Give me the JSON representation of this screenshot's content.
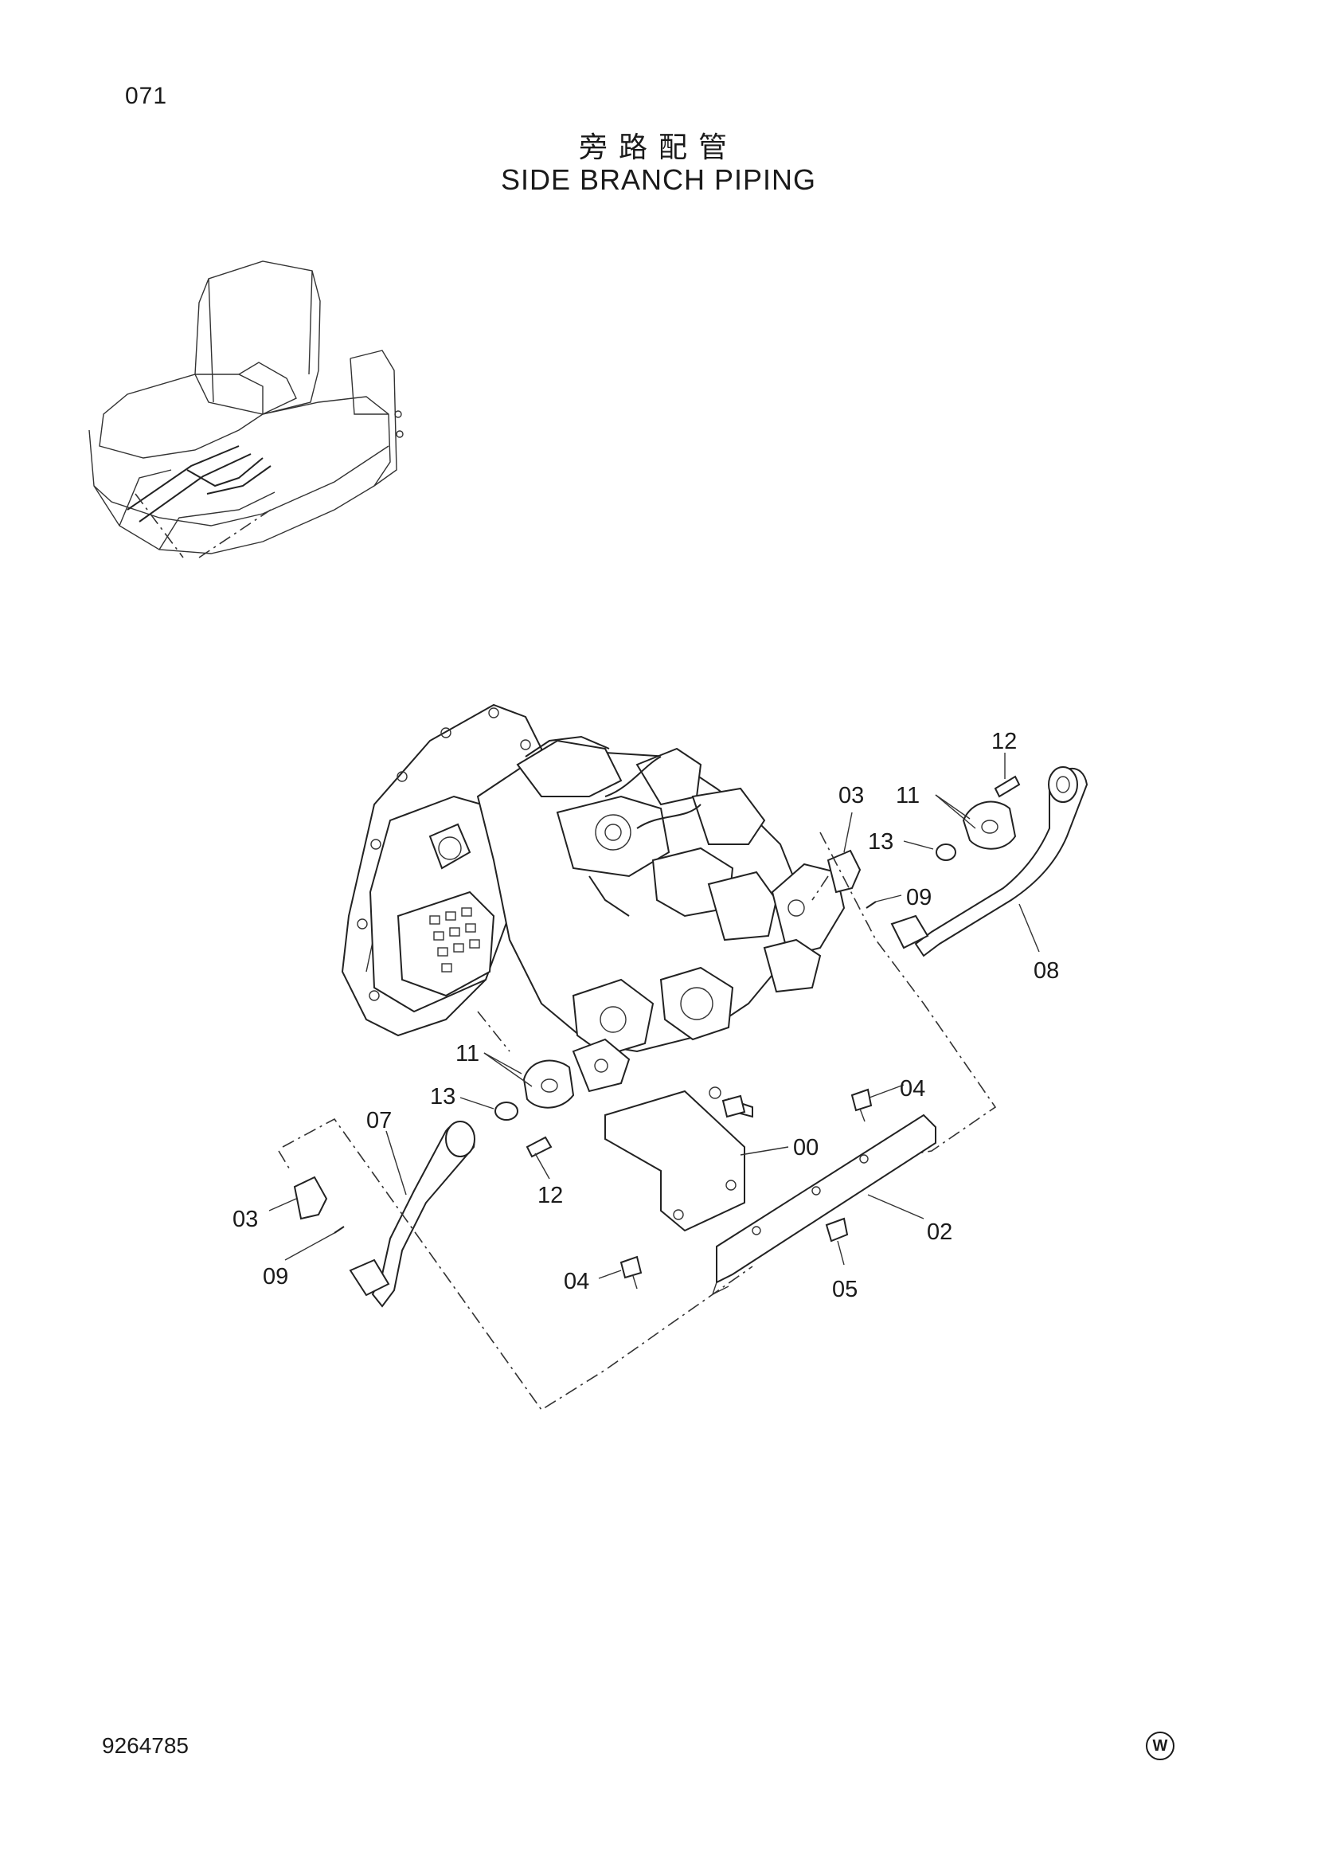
{
  "header": {
    "page_code": "071",
    "title_cn": "旁路配管",
    "title_en": "SIDE BRANCH PIPING"
  },
  "footer": {
    "doc_number": "9264785",
    "mark": "W"
  },
  "callouts": [
    {
      "id": "c-12-top",
      "label": "12"
    },
    {
      "id": "c-03-top",
      "label": "03"
    },
    {
      "id": "c-11-top",
      "label": "11"
    },
    {
      "id": "c-13-top",
      "label": "13"
    },
    {
      "id": "c-09-top",
      "label": "09"
    },
    {
      "id": "c-08",
      "label": "08"
    },
    {
      "id": "c-11-left",
      "label": "11"
    },
    {
      "id": "c-13-left",
      "label": "13"
    },
    {
      "id": "c-07",
      "label": "07"
    },
    {
      "id": "c-04-right",
      "label": "04"
    },
    {
      "id": "c-00",
      "label": "00"
    },
    {
      "id": "c-12-left",
      "label": "12"
    },
    {
      "id": "c-03-left",
      "label": "03"
    },
    {
      "id": "c-02",
      "label": "02"
    },
    {
      "id": "c-09-left",
      "label": "09"
    },
    {
      "id": "c-04-bottom",
      "label": "04"
    },
    {
      "id": "c-05",
      "label": "05"
    }
  ]
}
